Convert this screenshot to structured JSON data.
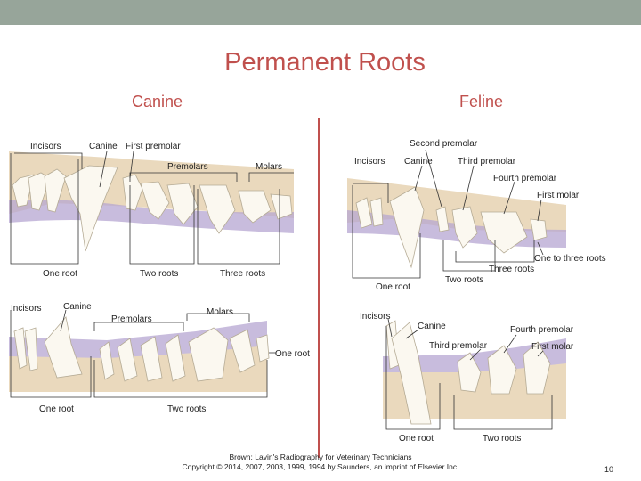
{
  "slide": {
    "title": "Permanent Roots",
    "left_heading": "Canine",
    "right_heading": "Feline",
    "credit_line1": "Brown: Lavin's Radiography for Veterinary Technicians",
    "credit_line2": "Copyright © 2014, 2007, 2003, 1999, 1994 by Saunders, an imprint of Elsevier Inc.",
    "page_number": "10"
  },
  "canine_upper": {
    "incisors": "Incisors",
    "canine": "Canine",
    "first_premolar": "First premolar",
    "premolars": "Premolars",
    "molars": "Molars",
    "one_root": "One root",
    "two_roots": "Two roots",
    "three_roots": "Three roots"
  },
  "canine_lower": {
    "incisors": "Incisors",
    "canine": "Canine",
    "premolars": "Premolars",
    "molars": "Molars",
    "one_root_right": "One root",
    "one_root": "One root",
    "two_roots": "Two roots"
  },
  "feline_upper": {
    "second_premolar": "Second premolar",
    "incisors": "Incisors",
    "canine": "Canine",
    "third_premolar": "Third premolar",
    "fourth_premolar": "Fourth premolar",
    "first_molar": "First molar",
    "one_to_three_roots": "One to three roots",
    "three_roots": "Three roots",
    "two_roots": "Two roots",
    "one_root": "One root"
  },
  "feline_lower": {
    "incisors": "Incisors",
    "canine": "Canine",
    "fourth_premolar": "Fourth premolar",
    "third_premolar": "Third premolar",
    "first_molar": "First molar",
    "one_root": "One root",
    "two_roots": "Two roots"
  },
  "colors": {
    "accent": "#c0504d",
    "top_bar": "#97a59a",
    "gum": "#b6a6d2",
    "bone": "#ead9bd"
  }
}
